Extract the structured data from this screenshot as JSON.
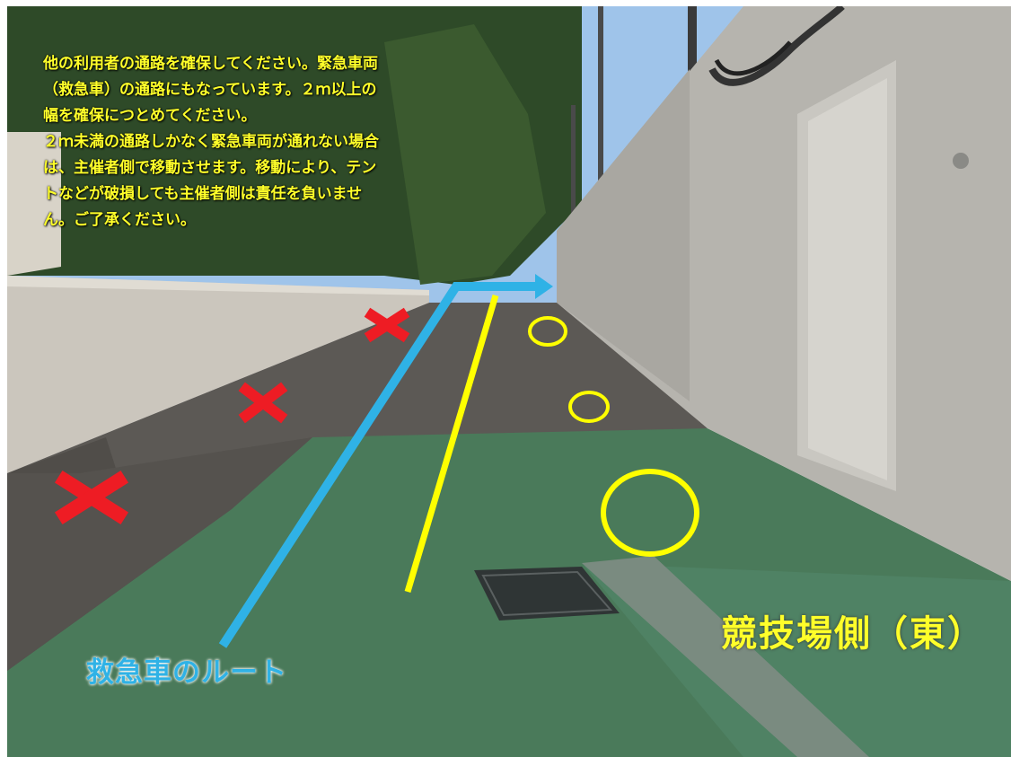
{
  "photo": {
    "notice_text": "他の利用者の通路を確保してください。緊急車両（救急車）の通路にもなっています。２ｍ以上の幅を確保につとめてください。\n２ｍ未満の通路しかなく緊急車両が通れない場合は、主催者側で移動させます。移動により、テントなどが破損しても主催者側は責任を負いません。ご了承ください。",
    "route_label": "救急車のルート",
    "side_label": "競技場側（東）"
  },
  "colors": {
    "route_arrow": "#2fb2e6",
    "yellow_line": "#ffff00",
    "x_mark": "#ee1c24",
    "circle": "#ffff00"
  },
  "icons": [
    "arrow-icon",
    "x-mark-icon",
    "circle-icon"
  ]
}
